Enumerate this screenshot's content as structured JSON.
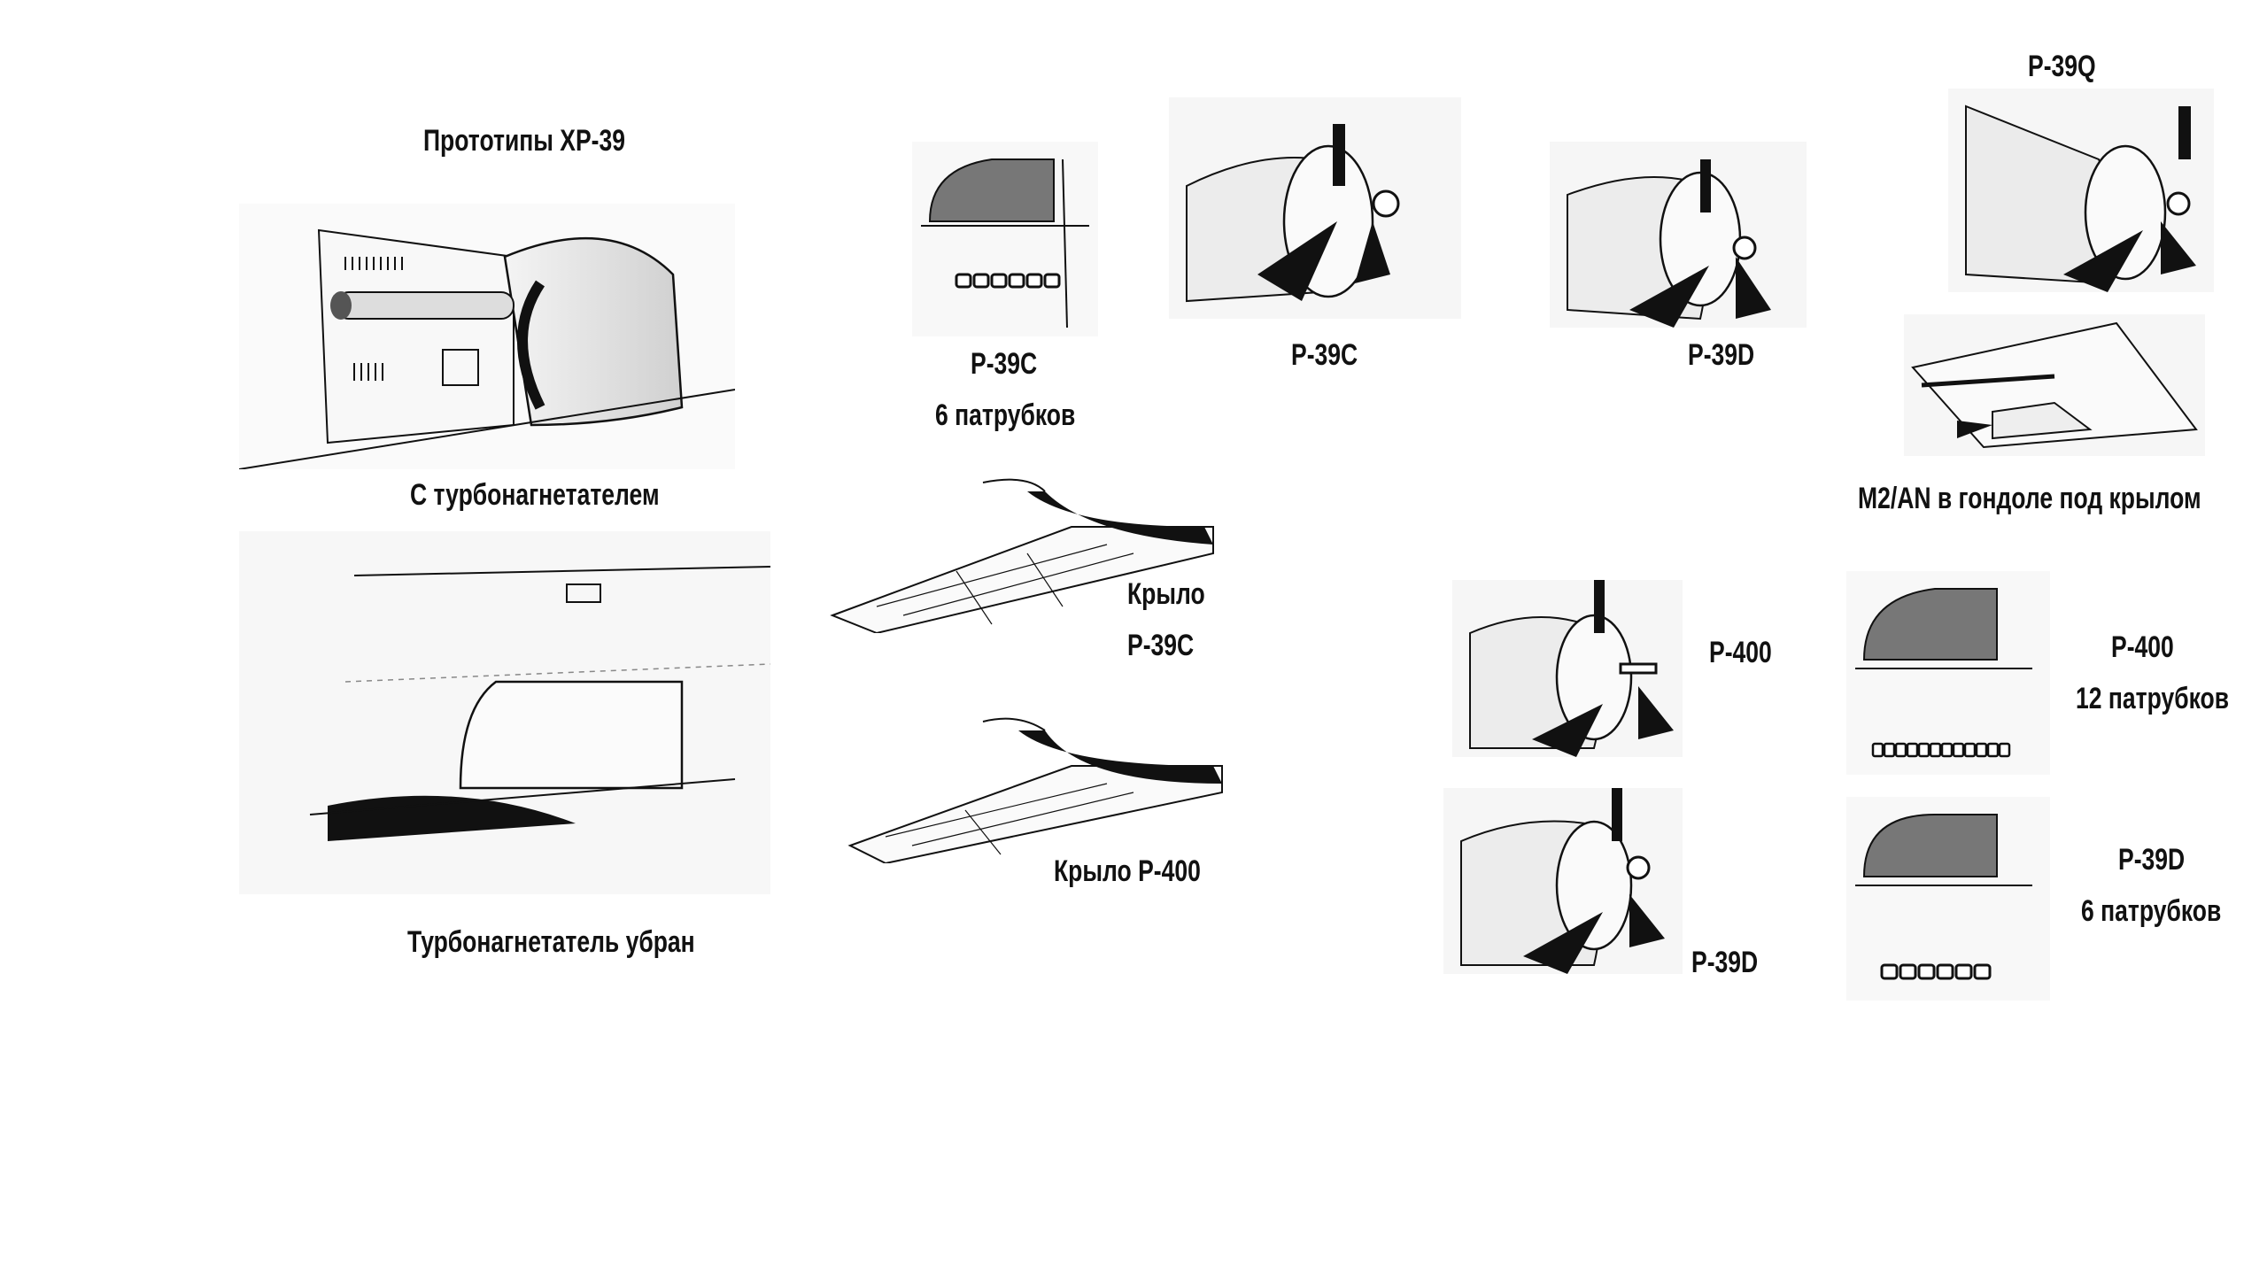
{
  "labels": {
    "xp39": "Прототипы XP-39",
    "turbo_on": "С турбонагнетателем",
    "turbo_off": "Турбонагнетатель убран",
    "p39c_exhaust_model": "P-39C",
    "p39c_exhaust_count": "6 патрубков",
    "p39c_nose": "P-39C",
    "p39d_nose_top": "P-39D",
    "p39q": "P-39Q",
    "m2an": "M2/AN в гондоле под крылом",
    "wing_p39c_1": "Крыло",
    "wing_p39c_2": "P-39C",
    "wing_p400": "Крыло P-400",
    "p400_nose": "P-400",
    "p400_exhaust_model": "P-400",
    "p400_exhaust_count": "12 патрубков",
    "p39d_nose_bottom": "P-39D",
    "p39d_exhaust_model": "P-39D",
    "p39d_exhaust_count": "6 патрубков"
  },
  "colors": {
    "ink": "#111111",
    "shade": "#c8c8c8"
  }
}
